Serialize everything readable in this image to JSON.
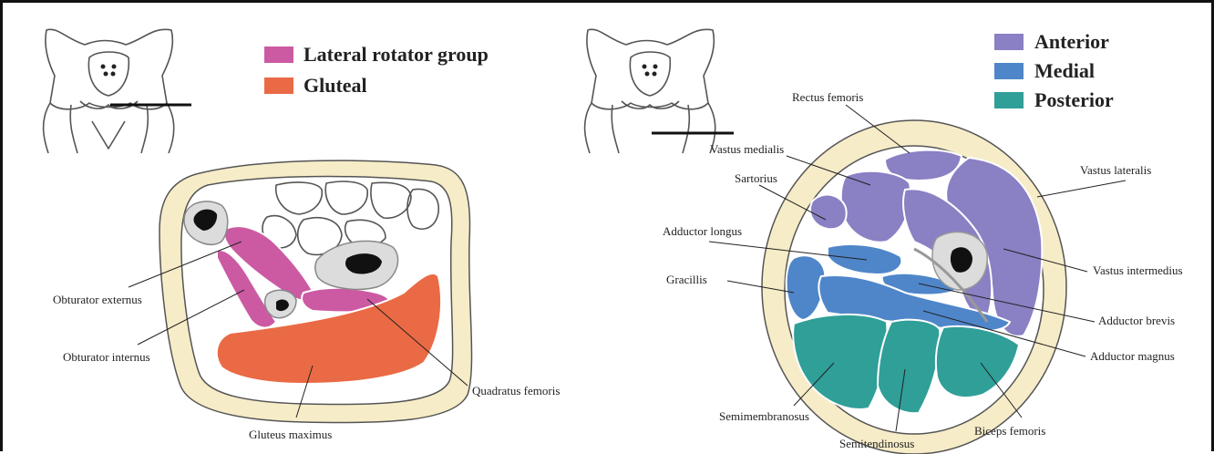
{
  "colors": {
    "lateral_rotator": "#cc5aa3",
    "gluteal": "#ea6a45",
    "anterior": "#8a80c4",
    "medial": "#4f86c9",
    "posterior": "#2f9f98",
    "skin": "#f6ecc8",
    "bone": "#111111"
  },
  "left": {
    "legend": [
      {
        "label": "Lateral rotator group",
        "color": "#cc5aa3"
      },
      {
        "label": "Gluteal",
        "color": "#ea6a45"
      }
    ],
    "labels": {
      "obturator_externus": "Obturator externus",
      "obturator_internus": "Obturator internus",
      "quadratus_femoris": "Quadratus femoris",
      "gluteus_maximus": "Gluteus maximus"
    }
  },
  "right": {
    "legend": [
      {
        "label": "Anterior",
        "color": "#8a80c4"
      },
      {
        "label": "Medial",
        "color": "#4f86c9"
      },
      {
        "label": "Posterior",
        "color": "#2f9f98"
      }
    ],
    "labels": {
      "rectus_femoris": "Rectus femoris",
      "vastus_medialis": "Vastus medialis",
      "sartorius": "Sartorius",
      "adductor_longus": "Adductor longus",
      "gracillis": "Gracillis",
      "vastus_lateralis": "Vastus lateralis",
      "vastus_intermedius": "Vastus intermedius",
      "adductor_brevis": "Adductor brevis",
      "adductor_magnus": "Adductor magnus",
      "semimembranosus": "Semimembranosus",
      "semitendinosus": "Semitendinosus",
      "biceps_femoris": "Biceps femoris"
    }
  }
}
